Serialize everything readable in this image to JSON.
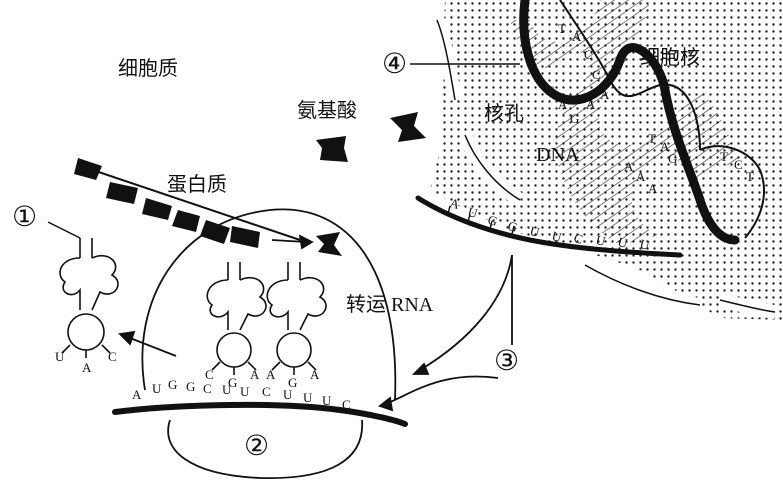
{
  "labels": {
    "cytoplasm": "细胞质",
    "nucleus": "细胞核",
    "amino_acid": "氨基酸",
    "nuclear_pore": "核孔",
    "dna": "DNA",
    "protein": "蛋白质",
    "trna": "转运 RNA",
    "marker_1": "①",
    "marker_2": "②",
    "marker_3": "③",
    "marker_4": "④"
  },
  "mrna_cytoplasm_bases": [
    "A",
    "U",
    "G",
    "G",
    "C",
    "U",
    "U",
    "C",
    "U",
    "U",
    "U",
    "C"
  ],
  "trna_anticodons": [
    [
      "U",
      "A",
      "C"
    ],
    [
      "C",
      "G",
      "A"
    ],
    [
      "A",
      "G",
      "A"
    ]
  ],
  "mrna_nucleus_bases": [
    "A",
    "U",
    "G",
    "G",
    "U",
    "U",
    "C",
    "U",
    "U",
    "U"
  ],
  "dna_bases": [
    "T",
    "A",
    "C",
    "C",
    "A",
    "A",
    "G",
    "A",
    "C",
    "T",
    "A",
    "G",
    "A",
    "A",
    "A",
    "T",
    "C",
    "T"
  ]
}
